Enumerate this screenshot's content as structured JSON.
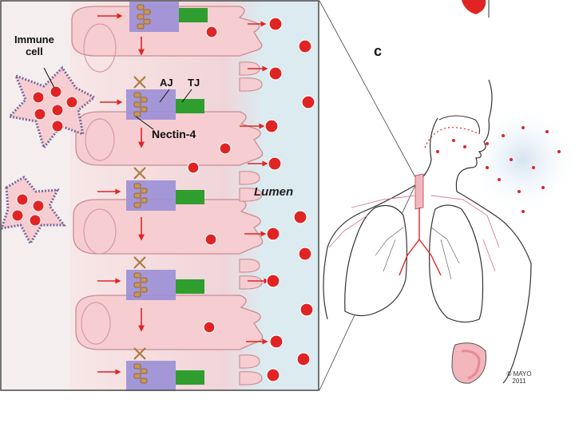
{
  "left_panel": {
    "labels": {
      "immune_cell": "Immune\ncell",
      "aj": "AJ",
      "tj": "TJ",
      "nectin": "Nectin-4",
      "lumen": "Lumen"
    }
  },
  "right_panel": {
    "panel_letter": "c",
    "credit": "© MAYO\n2011"
  },
  "colors": {
    "cell_fill": "#f6cdd1",
    "cell_stroke": "#c98d95",
    "lumen": "#dcebef",
    "virus": "#e02424",
    "aj_box": "#9b8fd6",
    "tj_box": "#2f9e2f",
    "arrow": "#e02424",
    "nectin": "#b07a3c",
    "immune_spike": "#7a6a9c"
  }
}
